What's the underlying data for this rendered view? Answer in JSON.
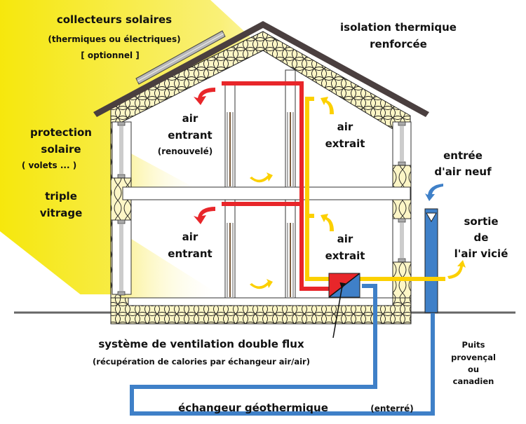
{
  "diagram": {
    "title": "Maison passive : ventilation double flux et puits canadien",
    "colors": {
      "sun": "#f5e600",
      "insulation": "#fdf6c6",
      "roof": "#4a3f3f",
      "air_in": "#e8262a",
      "air_out": "#fcd000",
      "fresh_air": "#3f80c8",
      "ground": "#666666",
      "wood": "#7a5a3a"
    },
    "labels": {
      "solar_collectors": {
        "line1": "collecteurs solaires",
        "line2": "(thermiques ou électriques)",
        "line3": "[ optionnel ]"
      },
      "insulation": {
        "line1": "isolation thermique",
        "line2": "renforcée"
      },
      "solar_protection": {
        "line1": "protection",
        "line2": "solaire",
        "line3": "( volets ... )"
      },
      "triple_glazing": {
        "line1": "triple",
        "line2": "vitrage"
      },
      "upper_air_in": {
        "line1": "air",
        "line2": "entrant",
        "line3": "(renouvelé)"
      },
      "upper_air_out": {
        "line1": "air",
        "line2": "extrait"
      },
      "lower_air_in": {
        "line1": "air",
        "line2": "entrant"
      },
      "lower_air_out": {
        "line1": "air",
        "line2": "extrait"
      },
      "fresh_air_intake": {
        "line1": "entrée",
        "line2": "d'air neuf"
      },
      "stale_air_exit": {
        "line1": "sortie",
        "line2": "de",
        "line3": "l'air vicié"
      },
      "ventilation_system": {
        "line1": "système de ventilation double flux",
        "line2": "(récupération de calories par échangeur air/air)"
      },
      "geothermal_exchanger": {
        "line1": "échangeur géothermique",
        "line2": "(enterré)"
      },
      "canadian_well": {
        "line1": "Puits",
        "line2": "provençal",
        "line3": "ou",
        "line4": "canadien"
      }
    }
  }
}
